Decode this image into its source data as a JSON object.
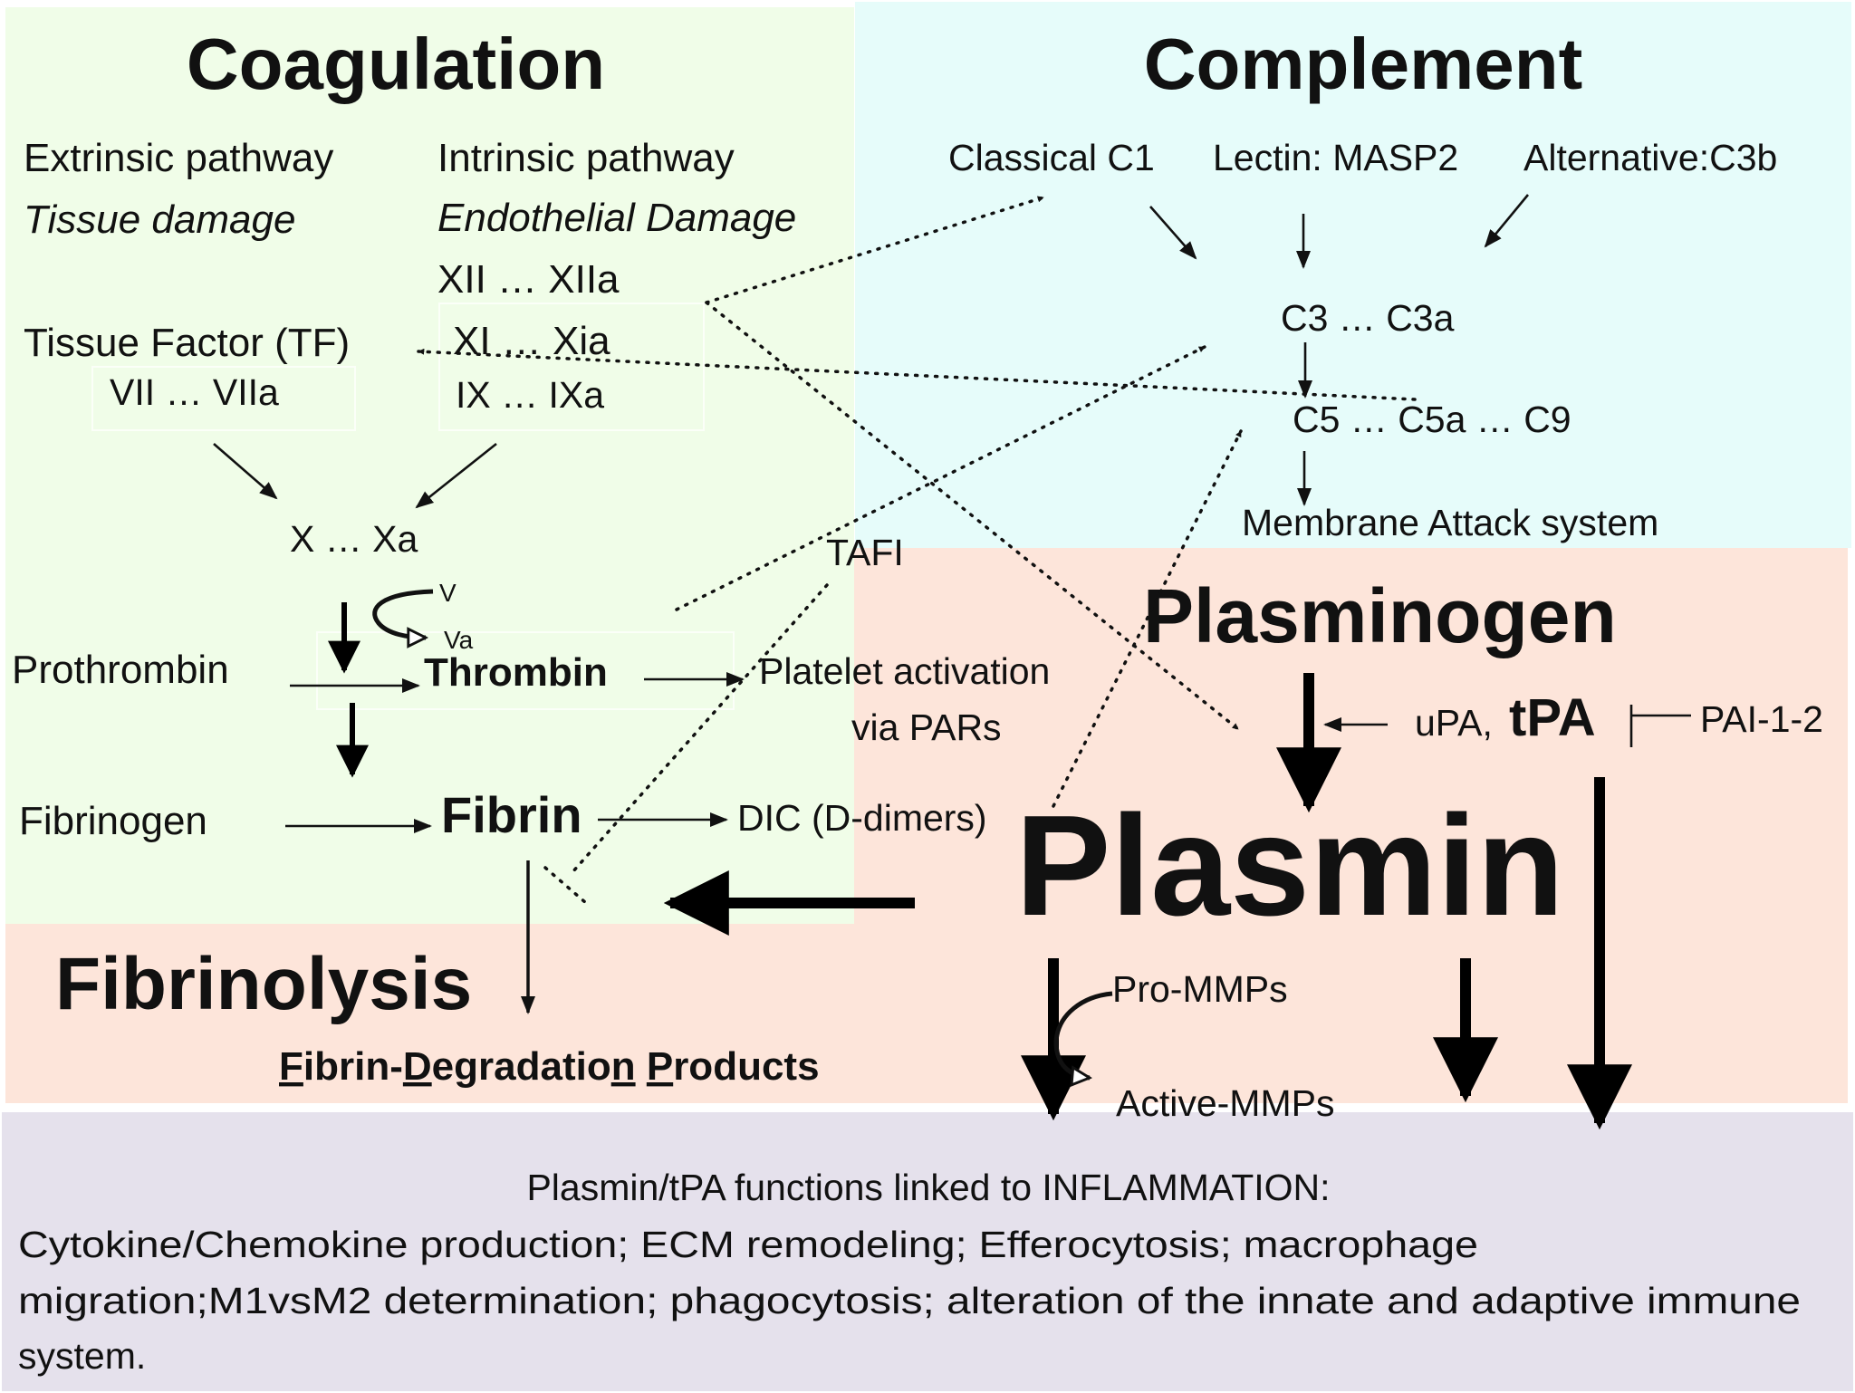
{
  "colors": {
    "coagulation_bg": "#f0fde8",
    "complement_bg": "#e6fcfa",
    "fibrinolysis_bg": "#fde5da",
    "inflammation_bg": "#e5e1ec",
    "ink": "#111111"
  },
  "coagulation": {
    "title": "Coagulation",
    "extrinsic": {
      "label": "Extrinsic pathway",
      "trigger": "Tissue damage",
      "factor": "Tissue Factor (TF)",
      "step": "VII  …  VIIa"
    },
    "intrinsic": {
      "label": "Intrinsic pathway",
      "trigger": "Endothelial Damage",
      "steps": [
        "XII  …   XIIa",
        "XI  …   Xia",
        "IX  …  IXa"
      ]
    },
    "common": {
      "x_step": "X  …  Xa",
      "cofactor_in": "V",
      "cofactor_out": "Va",
      "prothrombin": "Prothrombin",
      "thrombin": "Thrombin",
      "platelet_line1": "Platelet activation",
      "platelet_line2": "via PARs",
      "tafi": "TAFI",
      "fibrinogen": "Fibrinogen",
      "fibrin": "Fibrin",
      "dic": "DIC (D-dimers)"
    }
  },
  "complement": {
    "title": "Complement",
    "pathways": [
      "Classical C1",
      "Lectin: MASP2",
      "Alternative:C3b"
    ],
    "c3_step": "C3  …  C3a",
    "c5_step": "C5  …  C5a  …  C9",
    "mac": "Membrane Attack system"
  },
  "fibrinolysis": {
    "title": "Fibrinolysis",
    "fdp": {
      "F": "F",
      "ibrin": "ibrin-",
      "D": "D",
      "egradatio": "egradatio",
      "n": "n",
      "space": " ",
      "P": "P",
      "roducts": "roducts"
    },
    "plasminogen": "Plasminogen",
    "upa": "uPA,",
    "tpa": "tPA",
    "pai": "PAI-1-2",
    "plasmin": "Plasmin",
    "pro_mmps": "Pro-MMPs",
    "active_mmps": "Active-MMPs"
  },
  "inflammation": {
    "heading": "Plasmin/tPA functions linked to INFLAMMATION:",
    "lines": [
      "Cytokine/Chemokine production; ECM remodeling; Efferocytosis; macrophage",
      "migration;M1vsM2 determination; phagocytosis; alteration of the innate and adaptive immune",
      "system."
    ]
  }
}
